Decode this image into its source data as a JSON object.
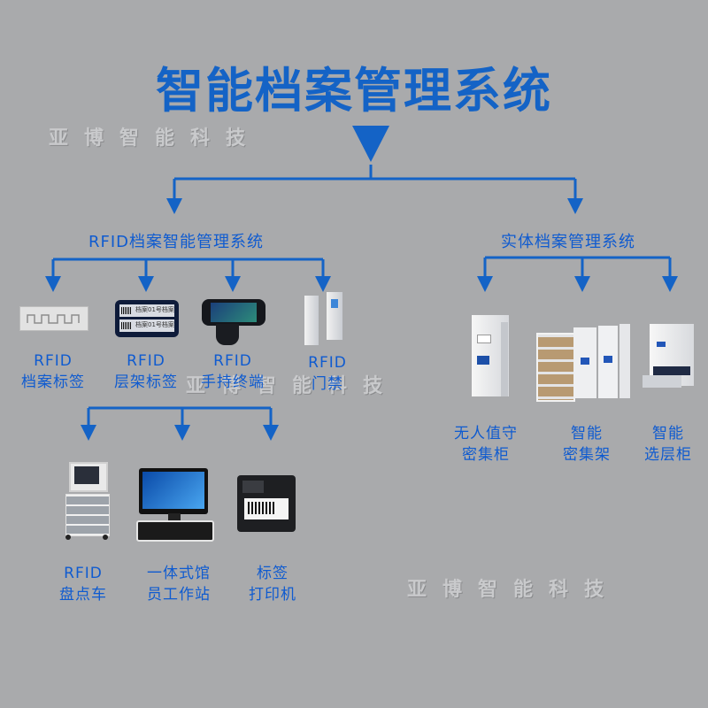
{
  "title": "智能档案管理系统",
  "watermark": "亚博智能科技",
  "colors": {
    "accent": "#1463c6",
    "background": "#a9aaac"
  },
  "branches": [
    {
      "name": "RFID档案智能管理系统",
      "items": [
        {
          "line1": "RFID",
          "line2": "档案标签"
        },
        {
          "line1": "RFID",
          "line2": "层架标签"
        },
        {
          "line1": "RFID",
          "line2": "手持终端"
        },
        {
          "line1": "RFID",
          "line2": "门禁"
        }
      ],
      "sub_items": [
        {
          "line1": "RFID",
          "line2": "盘点车"
        },
        {
          "line1": "一体式馆",
          "line2": "员工作站"
        },
        {
          "line1": "标签",
          "line2": "打印机"
        }
      ]
    },
    {
      "name": "实体档案管理系统",
      "items": [
        {
          "line1": "无人值守",
          "line2": "密集柜"
        },
        {
          "line1": "智能",
          "line2": "密集架"
        },
        {
          "line1": "智能",
          "line2": "选层柜"
        }
      ]
    }
  ],
  "tag_text": "档案01号档案"
}
